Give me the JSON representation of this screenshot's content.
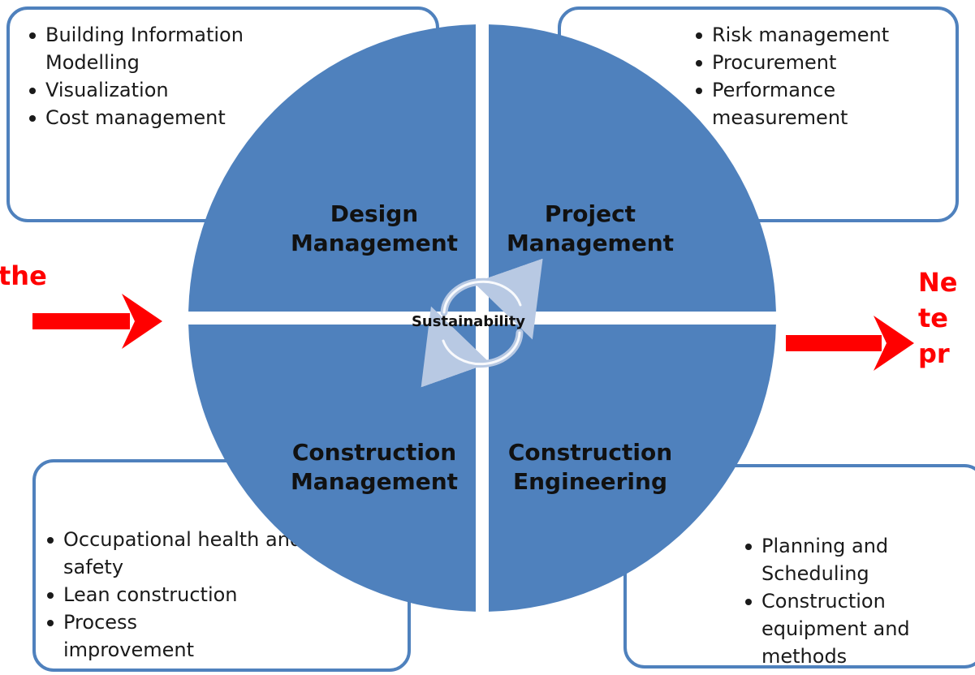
{
  "boxes": {
    "top_left": {
      "items": [
        "Building Information Modelling",
        "Visualization",
        "Cost management"
      ]
    },
    "top_right": {
      "items": [
        "Risk management",
        "Procurement",
        "Performance measurement"
      ]
    },
    "bottom_left": {
      "items": [
        "Occupational health and safety",
        "Lean construction",
        "Process improvement"
      ]
    },
    "bottom_right": {
      "items": [
        "Planning and Scheduling",
        "Construction equipment and methods"
      ]
    }
  },
  "quadrants": {
    "top_left": {
      "line1": "Design",
      "line2": "Management"
    },
    "top_right": {
      "line1": "Project",
      "line2": "Management"
    },
    "bottom_left": {
      "line1": "Construction",
      "line2": "Management"
    },
    "bottom_right": {
      "line1": "Construction",
      "line2": "Engineering"
    }
  },
  "center": {
    "label": "Sustainability"
  },
  "side_text": {
    "left": [
      "the"
    ],
    "right": [
      "Ne",
      "te",
      "pr"
    ]
  },
  "colors": {
    "quadrant_fill": "#4f81bd",
    "box_border": "#4f81bd",
    "arrow": "#ff0000",
    "cycle_arrows": "#b8c9e3"
  }
}
